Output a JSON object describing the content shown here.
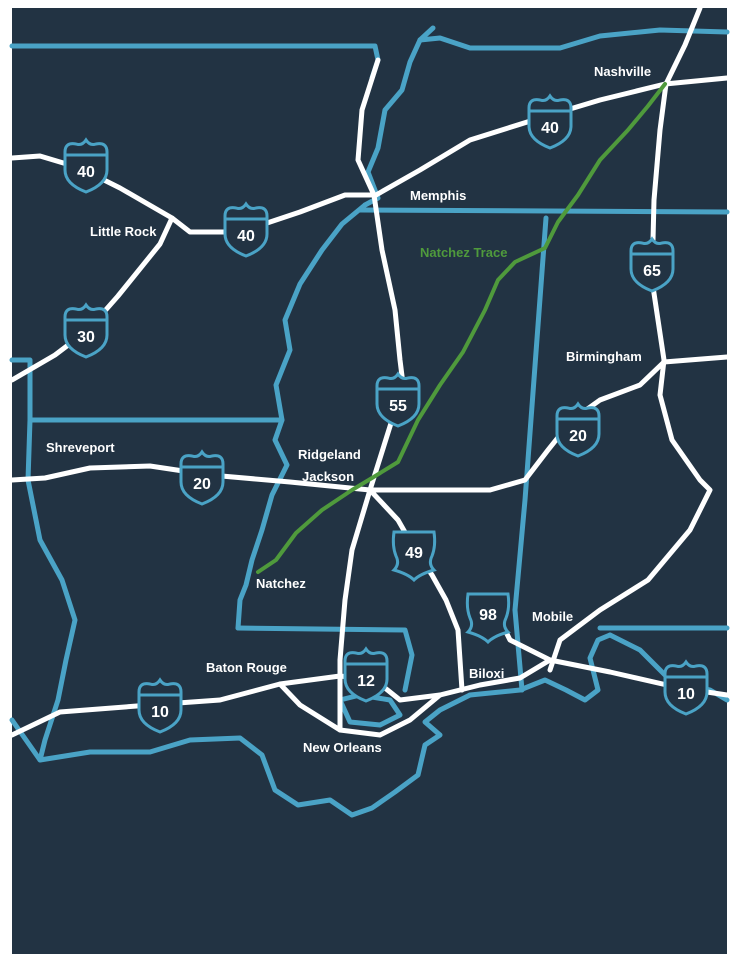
{
  "colors": {
    "background": "#223343",
    "border": "#4aa3c6",
    "road": "#ffffff",
    "trace": "#4f9a3c",
    "shield_fill": "#223343",
    "shield_outline": "#4aa3c6"
  },
  "labels": {
    "nashville": "Nashville",
    "memphis": "Memphis",
    "little_rock": "Little Rock",
    "natchez_trace": "Natchez Trace",
    "birmingham": "Birmingham",
    "shreveport": "Shreveport",
    "ridgeland": "Ridgeland",
    "jackson": "Jackson",
    "natchez": "Natchez",
    "mobile": "Mobile",
    "baton_rouge": "Baton Rouge",
    "biloxi": "Biloxi",
    "new_orleans": "New Orleans"
  },
  "shields": {
    "i40_nashville": "40",
    "i40_west": "40",
    "i40_little_rock": "40",
    "i65": "65",
    "i30": "30",
    "i55": "55",
    "i20_east": "20",
    "i20_west": "20",
    "us49": "49",
    "us98": "98",
    "i12": "12",
    "i10_west": "10",
    "i10_east": "10"
  }
}
